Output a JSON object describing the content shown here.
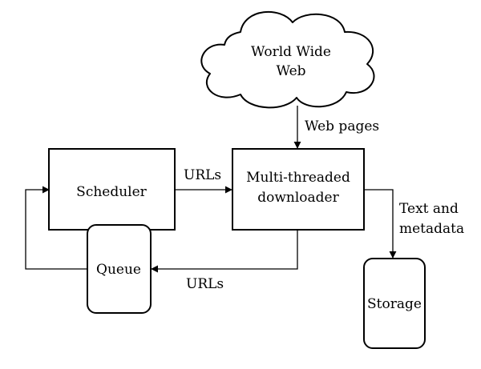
{
  "nodes": {
    "www": {
      "line1": "World Wide",
      "line2": "Web"
    },
    "scheduler": {
      "label": "Scheduler"
    },
    "downloader": {
      "line1": "Multi-threaded",
      "line2": "downloader"
    },
    "queue": {
      "label": "Queue"
    },
    "storage": {
      "label": "Storage"
    }
  },
  "edges": {
    "web_pages": {
      "label": "Web pages"
    },
    "urls_to_downloader": {
      "label": "URLs"
    },
    "urls_to_queue": {
      "label": "URLs"
    },
    "text_metadata": {
      "line1": "Text and",
      "line2": "metadata"
    }
  },
  "colors": {
    "stroke": "#000000",
    "fill": "#ffffff"
  }
}
